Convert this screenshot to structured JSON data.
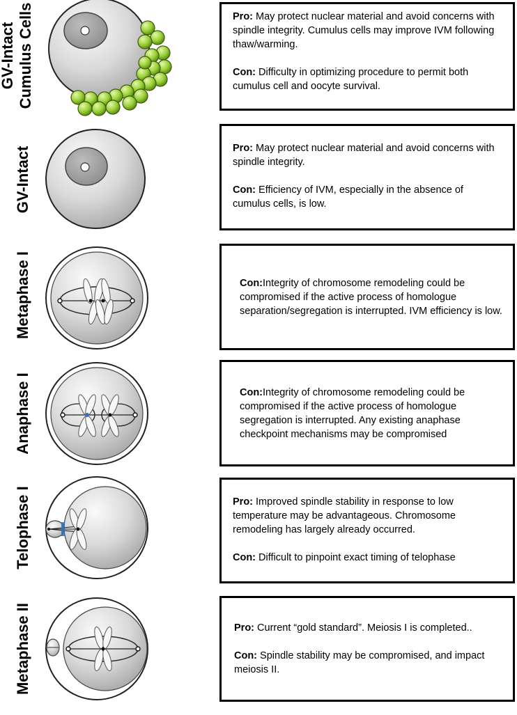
{
  "colors": {
    "cumulus": "#9bd238",
    "oocyte_light": "#f5f5f5",
    "oocyte_dark": "#b0b0b0",
    "checkpoint_blue": "#3b6fb0"
  },
  "stages": [
    {
      "label_lines": [
        "GV-Intact",
        "Cumulus Cells"
      ],
      "pro_label": "Pro:",
      "pro": "May protect nuclear material and avoid concerns with spindle integrity.  Cumulus cells may improve IVM following thaw/warming.",
      "con_label": "Con:",
      "con": "Difficulty in optimizing procedure to permit both cumulus cell and oocyte survival."
    },
    {
      "label_lines": [
        "GV-Intact"
      ],
      "pro_label": "Pro:",
      "pro": "May protect nuclear material and avoid concerns with spindle integrity.",
      "con_label": "Con:",
      "con": "Efficiency of IVM, especially in the absence of cumulus cells, is low."
    },
    {
      "label_lines": [
        "Metaphase I"
      ],
      "con_label": "Con:",
      "con": "Integrity of chromosome remodeling could be compromised if the active process of homologue separation/segregation is interrupted. IVM efficiency is low."
    },
    {
      "label_lines": [
        "Anaphase I"
      ],
      "con_label": "Con:",
      "con": "Integrity of chromosome remodeling could be compromised if the active process of homologue segregation is interrupted.  Any existing anaphase checkpoint mechanisms may be compromised"
    },
    {
      "label_lines": [
        "Telophase I"
      ],
      "pro_label": "Pro:",
      "pro": "Improved spindle stability in response to low temperature may be advantageous.  Chromosome remodeling has largely already occurred.",
      "con_label": "Con:",
      "con": "Difficult to pinpoint exact timing of telophase"
    },
    {
      "label_lines": [
        "Metaphase II"
      ],
      "pro_label": "Pro:",
      "pro": "Current “gold standard”.  Meiosis I is completed..",
      "con_label": "Con:",
      "con": "Spindle stability may be compromised, and impact meiosis II."
    }
  ]
}
